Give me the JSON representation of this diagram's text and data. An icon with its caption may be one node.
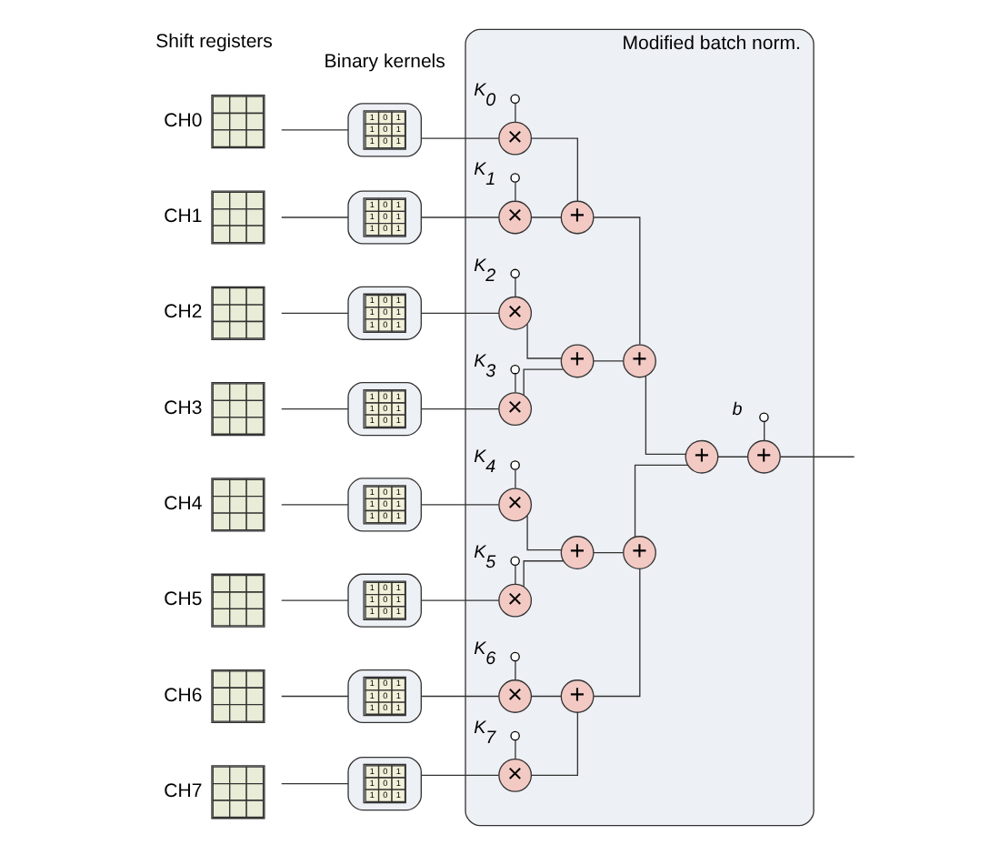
{
  "diagram": {
    "nodes": [
      {
        "text": [
          "Modified batch norm."
        ]
      },
      {
        "text": [],
        "shape": "box",
        "beside": [
          "CH0"
        ]
      },
      {
        "text": [],
        "shape": "box",
        "beside": [
          "CH1"
        ]
      },
      {
        "text": [],
        "shape": "box",
        "beside": [
          "CH2"
        ]
      },
      {
        "text": [],
        "shape": "box",
        "beside": [
          "CH3"
        ]
      },
      {
        "text": [],
        "shape": "box",
        "beside": [
          "CH4"
        ]
      },
      {
        "text": [],
        "shape": "box",
        "beside": [
          "CH5"
        ]
      },
      {
        "text": [],
        "shape": "box",
        "beside": [
          "CH6"
        ]
      },
      {
        "text": [],
        "shape": "box",
        "beside": [
          "CH7"
        ]
      },
      {
        "text": [
          "1 0 1",
          "1 0 1",
          "1 0 1"
        ]
      },
      {
        "text": [
          "1 0 1",
          "1 0 1",
          "1 0 1"
        ]
      },
      {
        "text": [
          "1 0 1",
          "1 0 1",
          "1 0 1"
        ]
      },
      {
        "text": [
          "1 0 1",
          "1 0 1",
          "1 0 1"
        ]
      },
      {
        "text": [
          "1 0 1",
          "1 0 1",
          "1 0 1"
        ]
      },
      {
        "text": [
          "1 0 1",
          "1 0 1",
          "1 0 1"
        ]
      },
      {
        "text": [
          "1 0 1",
          "1 0 1",
          "1 0 1"
        ]
      },
      {
        "text": [
          "1 0 1",
          "1 0 1",
          "1 0 1"
        ]
      },
      {
        "text": [],
        "shape": "circle",
        "beside": [
          "K$_{0}$"
        ],
        "in": 0
      },
      {
        "text": [],
        "shape": "circle",
        "beside": [
          "K$_{1}$"
        ],
        "in": 0
      },
      {
        "text": [],
        "shape": "circle",
        "beside": [
          "K$_{2}$"
        ],
        "in": 0
      },
      {
        "text": [],
        "shape": "circle",
        "beside": [
          "K$_{3}$"
        ],
        "in": 0
      },
      {
        "text": [],
        "shape": "circle",
        "beside": [
          "K$_{4}$"
        ],
        "in": 0
      },
      {
        "text": [],
        "shape": "circle",
        "beside": [
          "K$_{5}$"
        ],
        "in": 0
      },
      {
        "text": [],
        "shape": "circle",
        "beside": [
          "K$_{6}$"
        ],
        "in": 0
      },
      {
        "text": [],
        "shape": "circle",
        "beside": [
          "K$_{7}$"
        ],
        "in": 0
      },
      {
        "text": [
          "×"
        ],
        "in": 0
      },
      {
        "text": [
          "×"
        ],
        "in": 0
      },
      {
        "text": [
          "×"
        ],
        "in": 0
      },
      {
        "text": [
          "×"
        ],
        "in": 0
      },
      {
        "text": [
          "×"
        ],
        "in": 0
      },
      {
        "text": [
          "×"
        ],
        "in": 0
      },
      {
        "text": [
          "×"
        ],
        "in": 0
      },
      {
        "text": [
          "×"
        ],
        "in": 0
      },
      {
        "text": [
          "+"
        ],
        "in": 0
      },
      {
        "text": [
          "+"
        ],
        "in": 0
      },
      {
        "text": [
          "+"
        ],
        "in": 0
      },
      {
        "text": [
          "+"
        ],
        "in": 0
      },
      {
        "text": [
          "+"
        ],
        "in": 0
      },
      {
        "text": [
          "+"
        ],
        "in": 0
      },
      {
        "text": [
          "+"
        ],
        "in": 0
      },
      {
        "text": [],
        "shape": "circle",
        "beside": [
          "b"
        ],
        "in": 0
      },
      {
        "text": [
          "+"
        ],
        "in": 0
      }
    ],
    "edges": [
      {
        "from": 1,
        "to": 9,
        "arrow": "none"
      },
      {
        "from": 2,
        "to": 10,
        "arrow": "none"
      },
      {
        "from": 3,
        "to": 11,
        "arrow": "none"
      },
      {
        "from": 4,
        "to": 12,
        "arrow": "none"
      },
      {
        "from": 5,
        "to": 13,
        "arrow": "none"
      },
      {
        "from": 6,
        "to": 14,
        "arrow": "none"
      },
      {
        "from": 7,
        "to": 15,
        "arrow": "none"
      },
      {
        "from": 8,
        "to": 16,
        "arrow": "none"
      },
      {
        "from": 9,
        "to": 25,
        "arrow": "none"
      },
      {
        "from": 10,
        "to": 26,
        "arrow": "none"
      },
      {
        "from": 11,
        "to": 27,
        "arrow": "none"
      },
      {
        "from": 12,
        "to": 28,
        "arrow": "none"
      },
      {
        "from": 13,
        "to": 29,
        "arrow": "none"
      },
      {
        "from": 14,
        "to": 30,
        "arrow": "none"
      },
      {
        "from": 15,
        "to": 31,
        "arrow": "none"
      },
      {
        "from": 16,
        "to": 32,
        "arrow": "none"
      },
      {
        "from": 17,
        "to": 25,
        "arrow": "none"
      },
      {
        "from": 18,
        "to": 26,
        "arrow": "none"
      },
      {
        "from": 19,
        "to": 27,
        "arrow": "none"
      },
      {
        "from": 20,
        "to": 28,
        "arrow": "none"
      },
      {
        "from": 21,
        "to": 29,
        "arrow": "none"
      },
      {
        "from": 22,
        "to": 30,
        "arrow": "none"
      },
      {
        "from": 23,
        "to": 31,
        "arrow": "none"
      },
      {
        "from": 24,
        "to": 32,
        "arrow": "none"
      },
      {
        "from": 25,
        "to": 33,
        "arrow": "none"
      },
      {
        "from": 26,
        "to": 33,
        "arrow": "none"
      },
      {
        "from": 27,
        "to": 34,
        "arrow": "none"
      },
      {
        "from": 28,
        "to": 34,
        "arrow": "none"
      },
      {
        "from": 29,
        "to": 35,
        "arrow": "none"
      },
      {
        "from": 30,
        "to": 35,
        "arrow": "none"
      },
      {
        "from": 31,
        "to": 36,
        "arrow": "none"
      },
      {
        "from": 32,
        "to": 36,
        "arrow": "none"
      },
      {
        "from": 33,
        "to": 37,
        "arrow": "none"
      },
      {
        "from": 34,
        "to": 37,
        "arrow": "none"
      },
      {
        "from": 35,
        "to": 38,
        "arrow": "none"
      },
      {
        "from": 36,
        "to": 38,
        "arrow": "none"
      },
      {
        "from": 37,
        "to": 39,
        "arrow": "none"
      },
      {
        "from": 38,
        "to": 39,
        "arrow": "none"
      },
      {
        "from": 39,
        "to": 41,
        "arrow": "none"
      },
      {
        "from": 40,
        "to": 41,
        "arrow": "none"
      },
      {
        "from": 41,
        "to": null,
        "arrow": "none"
      }
    ],
    "labels": [
      "Shift registers",
      "Binary kernels"
    ]
  }
}
